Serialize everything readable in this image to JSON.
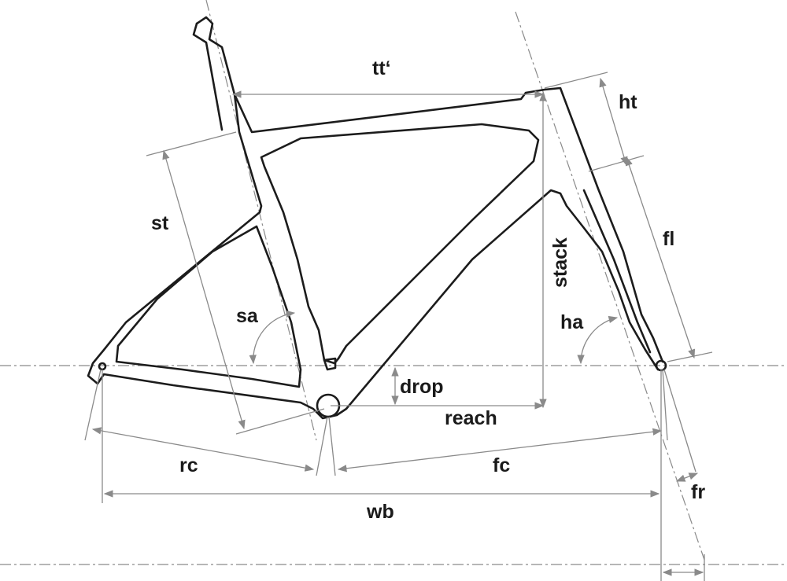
{
  "labels": {
    "tt": "tt‘",
    "ht": "ht",
    "st": "st",
    "fl": "fl",
    "stack": "stack",
    "sa": "sa",
    "ha": "ha",
    "drop": "drop",
    "reach": "reach",
    "rc": "rc",
    "fc": "fc",
    "wb": "wb",
    "fr": "fr"
  }
}
